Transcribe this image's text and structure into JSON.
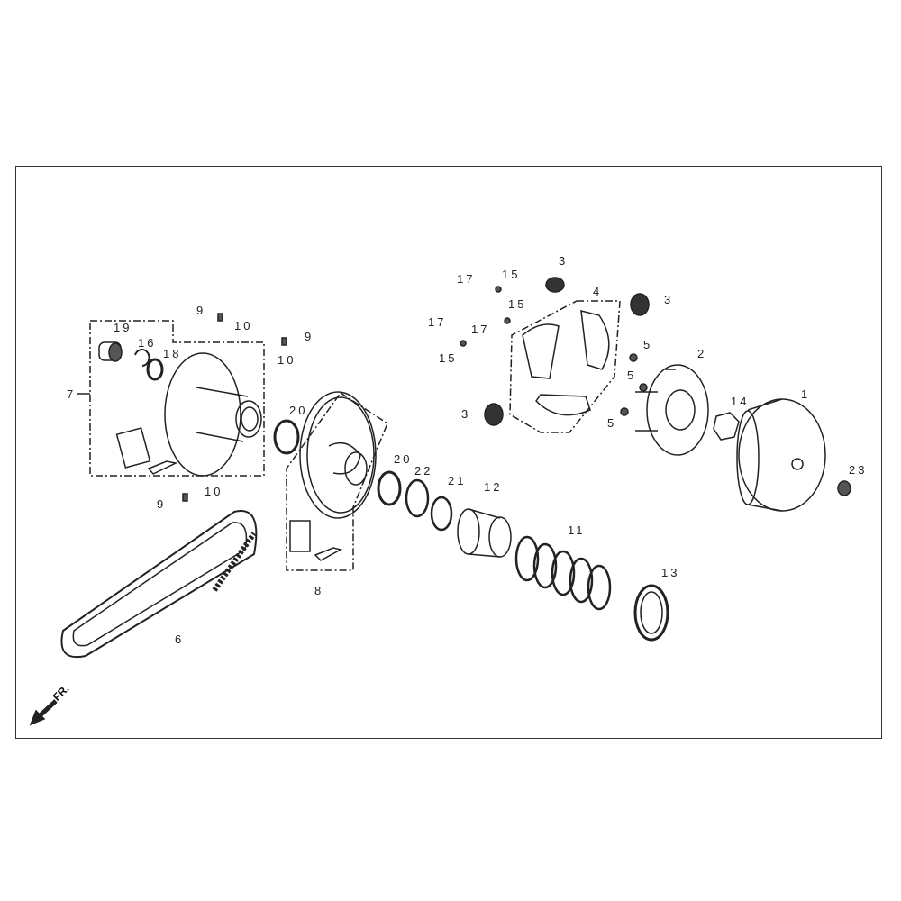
{
  "diagram": {
    "title": "",
    "direction_label": "FR."
  },
  "callouts": [
    "1",
    "2",
    "3",
    "3",
    "3",
    "4",
    "5",
    "5",
    "5",
    "6",
    "7",
    "8",
    "9",
    "9",
    "9",
    "10",
    "10",
    "10",
    "11",
    "12",
    "13",
    "14",
    "15",
    "15",
    "15",
    "16",
    "17",
    "17",
    "17",
    "18",
    "19",
    "20",
    "20",
    "21",
    "22",
    "23"
  ]
}
